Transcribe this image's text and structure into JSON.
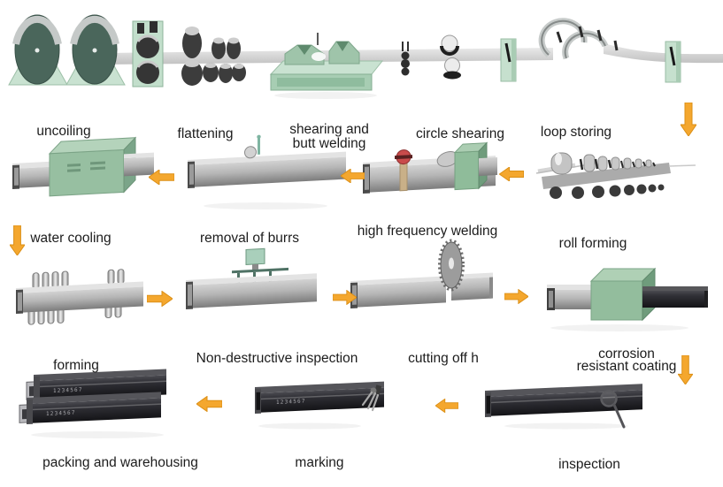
{
  "labels": {
    "uncoiling": "uncoiling",
    "flattening": "flattening",
    "shearing_butt_welding_l1": "shearing and",
    "shearing_butt_welding_l2": "butt welding",
    "circle_shearing": "circle shearing",
    "loop_storing": "loop storing",
    "water_cooling": "water cooling",
    "removal_of_burrs": "removal of burrs",
    "high_frequency_welding": "high frequency welding",
    "roll_forming": "roll forming",
    "forming": "forming",
    "non_destructive_inspection": "Non-destructive inspection",
    "cutting_off": "cutting off h",
    "corrosion_l1": "corrosion",
    "corrosion_l2": "resistant coating",
    "packing_and_warehousing": "packing and warehousing",
    "marking": "marking",
    "inspection": "inspection"
  },
  "tube_marking": "1234567",
  "colors": {
    "flow_arrow": "#F4A72E",
    "flow_arrow_edge": "#DB8F16",
    "machine_green": "#93BD9D",
    "stand_green": "#C6E0CE",
    "coil_teal": "#4A665B",
    "beam_gray": "#B5B5B5",
    "dark_tube": "#2A2A2E",
    "background": "#FFFFFF"
  }
}
